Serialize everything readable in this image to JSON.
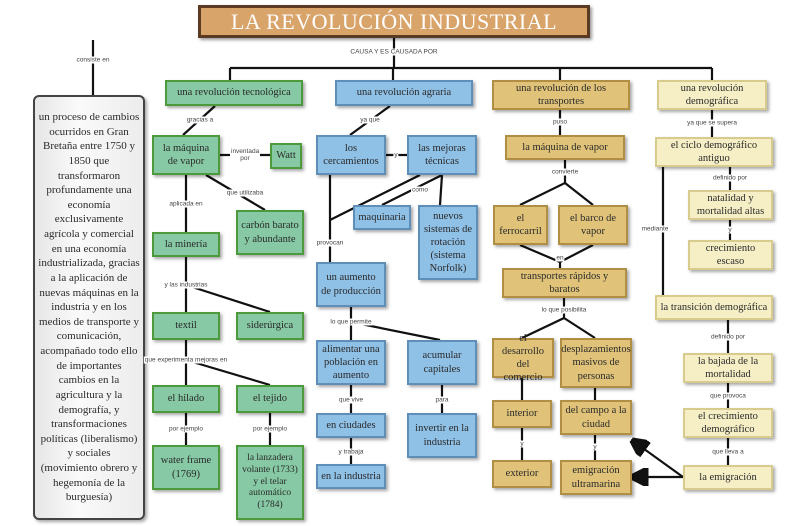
{
  "title": "LA REVOLUCIÓN INDUSTRIAL",
  "nodes": {
    "def": "un proceso de cambios ocurridos en Gran Bretaña entre 1750 y 1850 que transformaron profundamente una economía exclusivamente agrícola y comercial en una economía industrializada, gracias a la aplicación de nuevas máquinas en la industria y en los medios de transporte y comunicación, acompañado todo ello de importantes cambios en la agricultura y la demografía, y transformaciones políticas (liberalismo) y sociales (movimiento obrero y hegemonía de la burguesía)",
    "tec": "una revolución tecnológica",
    "maq": "la máquina de vapor",
    "watt": "Watt",
    "carbon": "carbón barato y abundante",
    "mineria": "la minería",
    "textil": "textil",
    "sider": "siderúrgica",
    "hilado": "el hilado",
    "tejido": "el tejido",
    "water": "water frame (1769)",
    "lanz": "la lanzadera volante (1733) y el telar automático (1784)",
    "agr": "una revolución agraria",
    "cerc": "los cercamientos",
    "mejoras": "las mejoras técnicas",
    "maquinaria": "maquinaria",
    "rot": "nuevos sistemas de rotación (sistema Norfolk)",
    "aumento": "un aumento de producción",
    "alimentar": "alimentar una población en aumento",
    "acumular": "acumular capitales",
    "ciudades": "en ciudades",
    "invertir": "invertir en la industria",
    "enind": "en la industria",
    "trans": "una revolución de los transportes",
    "maq2": "la máquina de vapor",
    "ferro": "el ferrocarril",
    "barco": "el barco de vapor",
    "rapidos": "transportes rápidos y baratos",
    "comercio": "el desarrollo del comercio",
    "despl": "desplazamientos masivos de personas",
    "interior": "interior",
    "campo": "del campo a la ciudad",
    "exterior": "exterior",
    "emig": "emigración ultramarina",
    "dem": "una revolución demográfica",
    "ciclo": "el ciclo demográfico antiguo",
    "natal": "natalidad y mortalidad altas",
    "escaso": "crecimiento escaso",
    "transi": "la transición demográfica",
    "bajada": "la bajada de la mortalidad",
    "crecdem": "el crecimiento demográfico",
    "emigracion": "la emigración"
  },
  "links": {
    "causa": "CAUSA Y ES CAUSADA POR",
    "consiste": "consiste en",
    "gracias": "gracias a",
    "inventada": "inventada por",
    "queutiliza": "que utilizaba",
    "aplicada": "aplicada en",
    "industrias": "y las industrias",
    "experimenta": "que experimenta mejoras en",
    "ej1": "por ejemplo",
    "ej2": "por ejemplo",
    "yaque": "ya que",
    "y1": "y",
    "como": "como",
    "provocan": "provocan",
    "permite": "lo que permite",
    "vive": "que vive",
    "trabaja": "y trabaja",
    "para": "para",
    "puso": "puso",
    "convierte": "convierte",
    "en": "en",
    "posibilita": "lo que posibilita",
    "y2": "y",
    "y3": "y",
    "supera": "ya que se supera",
    "definido1": "definido por",
    "y4": "y",
    "mediante": "mediante",
    "definido2": "definido por",
    "provoca": "que provoca",
    "lleva": "que lleva a"
  }
}
